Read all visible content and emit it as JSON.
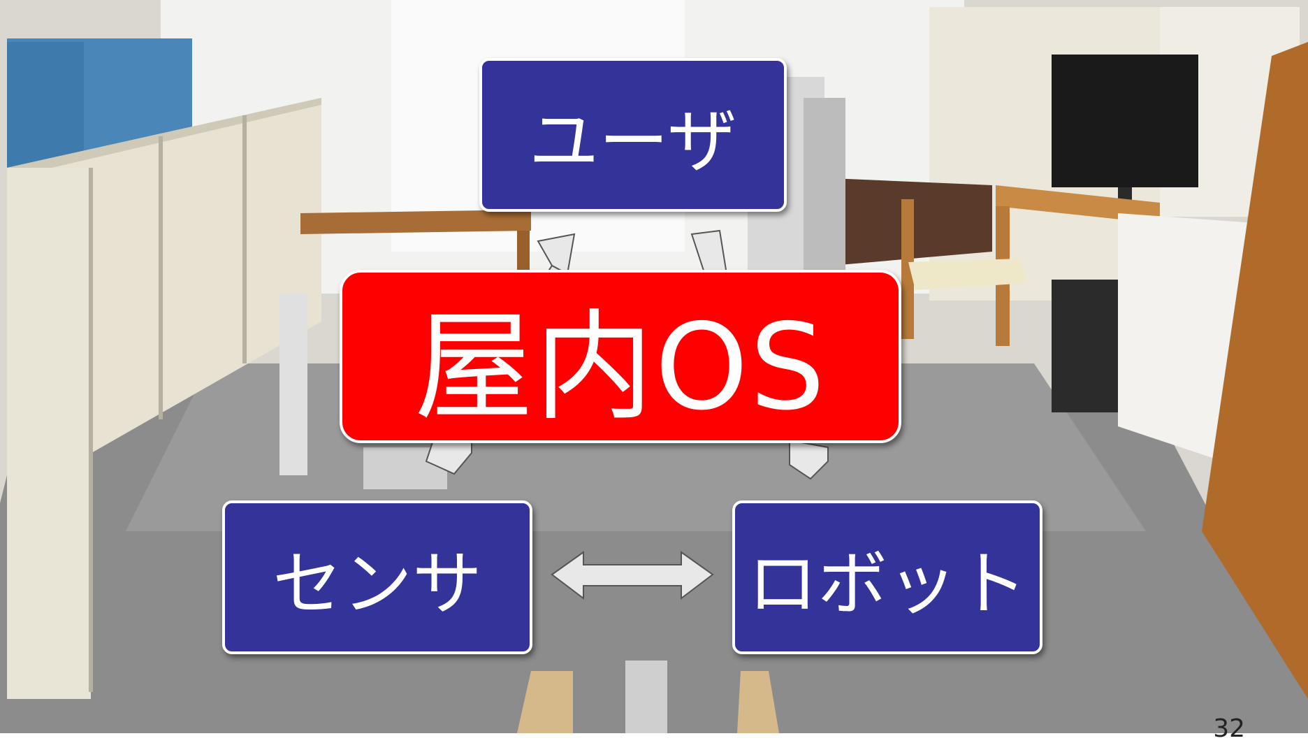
{
  "slide": {
    "center_label": "屋内OS",
    "nodes": {
      "user": "ユーザ",
      "sensor": "センサ",
      "robot": "ロボット"
    },
    "page_number": "32"
  },
  "colors": {
    "node_fill": "#333399",
    "center_fill": "#ff0000",
    "arrow_fill": "#e8e8e8",
    "text": "#ffffff"
  }
}
